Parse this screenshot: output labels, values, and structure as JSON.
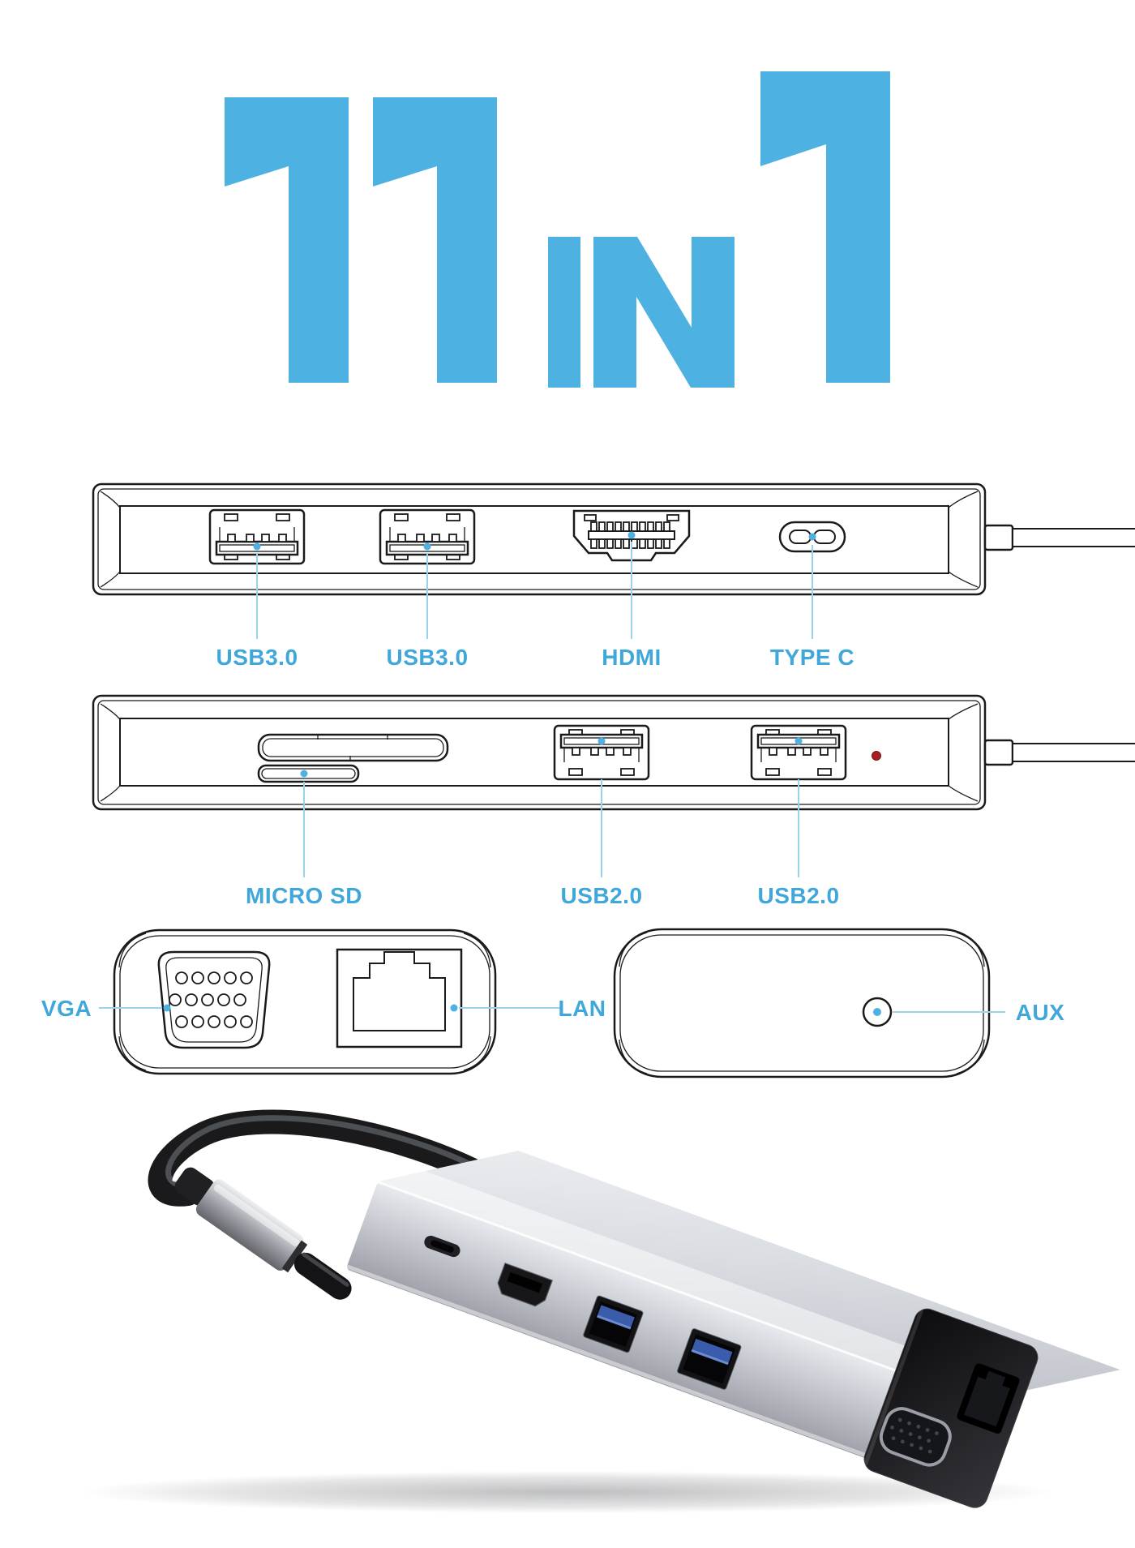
{
  "headline": {
    "text": "11 IN 1",
    "in_label": "IN",
    "color": "#4db1e2"
  },
  "diagram_top": {
    "ports": [
      {
        "label": "USB3.0"
      },
      {
        "label": "USB3.0"
      },
      {
        "label": "HDMI"
      },
      {
        "label": "TYPE C"
      }
    ]
  },
  "diagram_bottom": {
    "ports": [
      {
        "label": "MICRO SD"
      },
      {
        "label": "USB2.0"
      },
      {
        "label": "USB2.0"
      }
    ],
    "led_color": "#a81e22"
  },
  "end_views": {
    "vga_label": "VGA",
    "lan_label": "LAN",
    "aux_label": "AUX"
  },
  "colors": {
    "accent_blue": "#4db1e2",
    "label_blue": "#3fa7da",
    "leader_blue": "#9ad2ec",
    "line_black": "#1a1a1a",
    "led_red": "#a81e22",
    "usb_tongue_blue": "#3b5cab",
    "aluminum_light": "#e6e8ec",
    "aluminum_dark": "#9fa2aa"
  }
}
